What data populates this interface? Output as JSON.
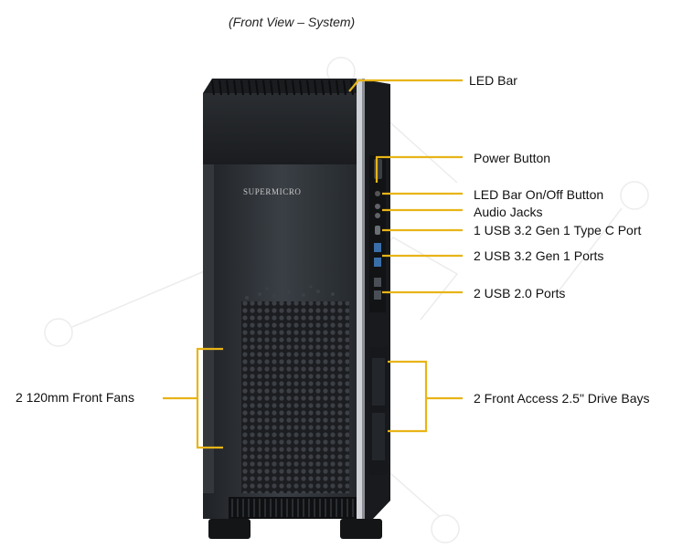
{
  "caption": "(Front View – System)",
  "brand_logo": "SUPERMICRO",
  "callouts": {
    "led_bar": "LED Bar",
    "power_button": "Power Button",
    "led_bar_toggle": "LED Bar On/Off  Button",
    "audio_jacks": "Audio Jacks",
    "usb_c": "1 USB 3.2 Gen 1 Type C Port",
    "usb_32": "2 USB 3.2 Gen 1 Ports",
    "usb_20": "2 USB 2.0 Ports",
    "front_fans": "2 120mm Front Fans",
    "drive_bays": "2 Front Access 2.5\" Drive Bays"
  },
  "colors": {
    "leader": "#e8b418",
    "chassis": "#2b2f34",
    "panel": "#1d2024"
  }
}
